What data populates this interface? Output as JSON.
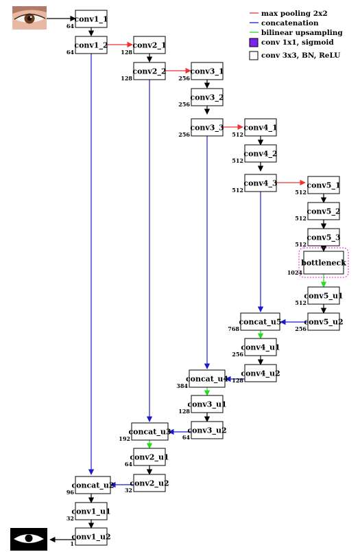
{
  "colors": {
    "pool": "#ee3333",
    "concat": "#1a1acc",
    "upsample": "#22dd22",
    "sigmoid": "#7b22ee",
    "bottleneck": "#ee11ee",
    "plain": "#000000"
  },
  "legend": [
    {
      "key": "pool",
      "label": "max pooling 2x2"
    },
    {
      "key": "concat",
      "label": "concatenation"
    },
    {
      "key": "upsample",
      "label": "bilinear upsampling"
    },
    {
      "key": "sigmoid",
      "label": "conv 1x1, sigmoid"
    },
    {
      "key": "conv",
      "label": "conv 3x3, BN, ReLU"
    }
  ],
  "nodes": {
    "conv1_1": {
      "label": "conv1_1",
      "channels": "64"
    },
    "conv1_2": {
      "label": "conv1_2",
      "channels": "64"
    },
    "conv2_1": {
      "label": "conv2_1",
      "channels": "128"
    },
    "conv2_2": {
      "label": "conv2_2",
      "channels": "128"
    },
    "conv3_1": {
      "label": "conv3_1",
      "channels": "256"
    },
    "conv3_2": {
      "label": "conv3_2",
      "channels": "256"
    },
    "conv3_3": {
      "label": "conv3_3",
      "channels": "256"
    },
    "conv4_1": {
      "label": "conv4_1",
      "channels": "512"
    },
    "conv4_2": {
      "label": "conv4_2",
      "channels": "512"
    },
    "conv4_3": {
      "label": "conv4_3",
      "channels": "512"
    },
    "conv5_1": {
      "label": "conv5_1",
      "channels": "512"
    },
    "conv5_2": {
      "label": "conv5_2",
      "channels": "512"
    },
    "conv5_3": {
      "label": "conv5_3",
      "channels": "512"
    },
    "bottleneck": {
      "label": "bottleneck",
      "channels": "1024"
    },
    "conv5_u1": {
      "label": "conv5_u1",
      "channels": "512"
    },
    "conv5_u2": {
      "label": "conv5_u2",
      "channels": "256"
    },
    "concat_u5": {
      "label": "concat_u5",
      "channels": "768"
    },
    "conv4_u1": {
      "label": "conv4_u1",
      "channels": "256"
    },
    "conv4_u2": {
      "label": "conv4_u2",
      "channels": "128"
    },
    "concat_u4": {
      "label": "concat_u4",
      "channels": "384"
    },
    "conv3_u1": {
      "label": "conv3_u1",
      "channels": "128"
    },
    "conv3_u2": {
      "label": "conv3_u2",
      "channels": "64"
    },
    "concat_u3": {
      "label": "concat_u3",
      "channels": "192"
    },
    "conv2_u1": {
      "label": "conv2_u1",
      "channels": "64"
    },
    "conv2_u2": {
      "label": "conv2_u2",
      "channels": "32"
    },
    "concat_u2": {
      "label": "concat_u2",
      "channels": "96"
    },
    "conv1_u1": {
      "label": "conv1_u1",
      "channels": "32"
    },
    "conv1_u2": {
      "label": "conv1_u2",
      "channels": "1"
    }
  }
}
